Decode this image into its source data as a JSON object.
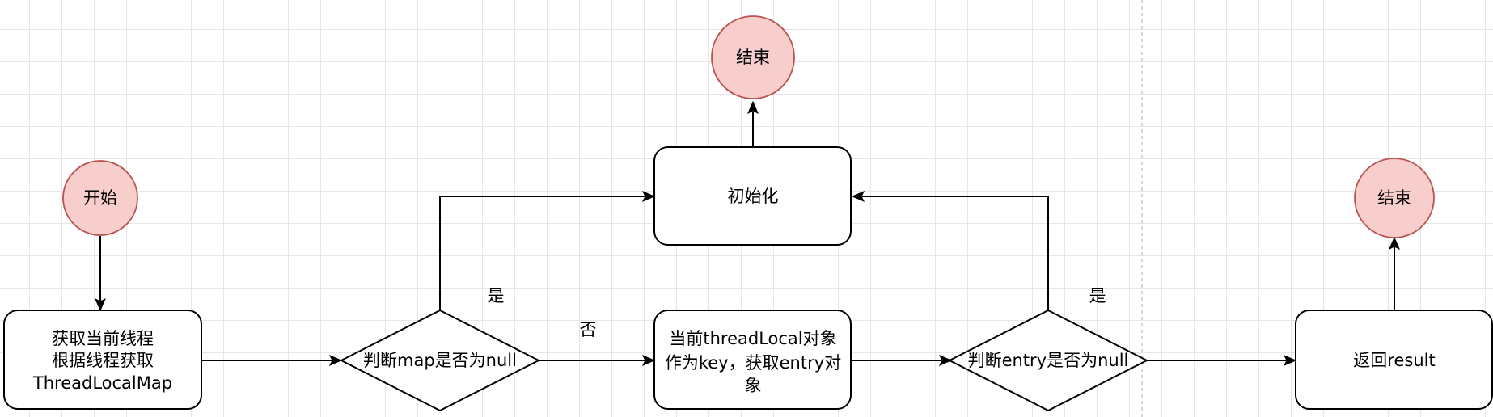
{
  "nodes": {
    "start": "开始",
    "get_thread": [
      "获取当前线程",
      "根据线程获取",
      "ThreadLocalMap"
    ],
    "check_map": "判断map是否为null",
    "init": "初始化",
    "end_top": "结束",
    "get_entry": [
      "当前threadLocal对象",
      "作为key，获取entry对",
      "象"
    ],
    "check_entry": "判断entry是否为null",
    "return_result": "返回result",
    "end_right": "结束"
  },
  "edge_labels": {
    "map_yes": "是",
    "map_no": "否",
    "entry_yes": "是"
  },
  "colors": {
    "terminal_fill": "#f8cecc",
    "terminal_stroke": "#b85450",
    "grid": "#e6e6e6"
  }
}
